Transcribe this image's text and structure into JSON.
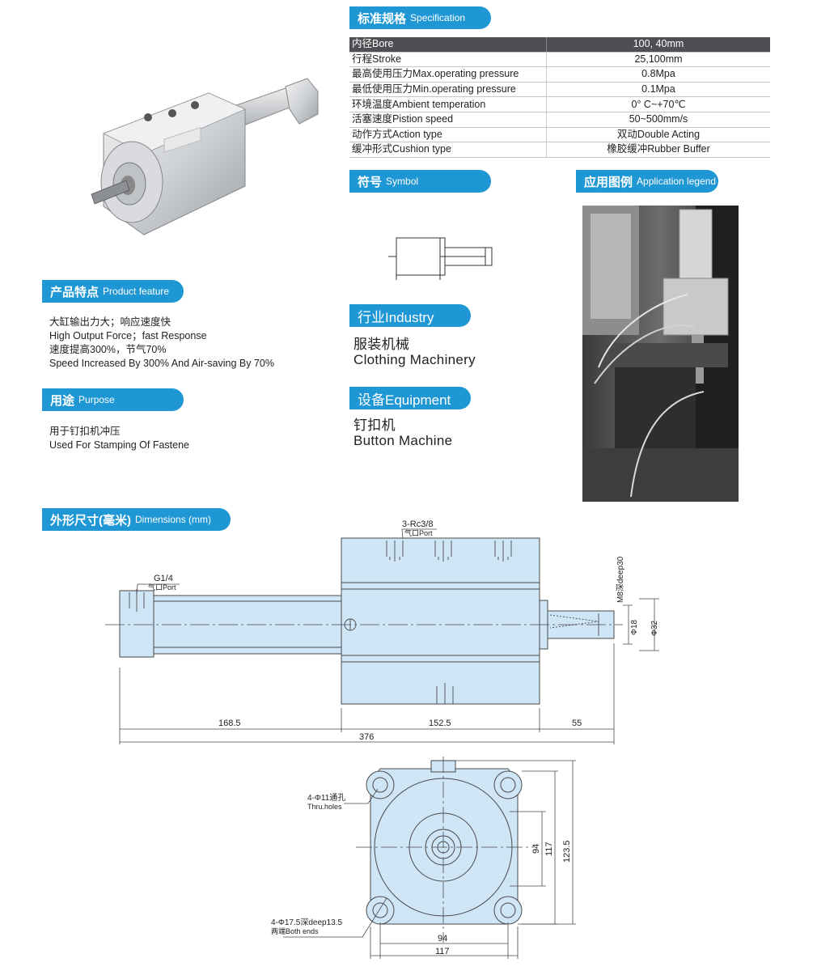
{
  "spec": {
    "title_cn": "标准规格",
    "title_en": "Specification",
    "rows": [
      {
        "label": "内径Bore",
        "value": "100, 40mm"
      },
      {
        "label": "行程Stroke",
        "value": "25,100mm"
      },
      {
        "label": "最高使用压力Max.operating pressure",
        "value": "0.8Mpa"
      },
      {
        "label": "最低使用压力Min.operating pressure",
        "value": "0.1Mpa"
      },
      {
        "label": "环境温度Ambient temperation",
        "value": "0°  C~+70℃"
      },
      {
        "label": "活塞速度Pistion speed",
        "value": "50~500mm/s"
      },
      {
        "label": "动作方式Action type",
        "value": "双动Double Acting"
      },
      {
        "label": "缓冲形式Cushion type",
        "value": "橡胶缓冲Rubber Buffer"
      }
    ]
  },
  "symbol": {
    "title_cn": "符号",
    "title_en": "Symbol"
  },
  "application": {
    "title_cn": "应用图例",
    "title_en": "Application legend"
  },
  "feature": {
    "title_cn": "产品特点",
    "title_en": "Product feature",
    "lines": [
      "大缸输出力大；响应速度快",
      "High Output Force；fast Response",
      "速度提高300%，节气70%",
      "Speed Increased By 300% And Air-saving By 70%"
    ]
  },
  "purpose": {
    "title_cn": "用途",
    "title_en": "Purpose",
    "lines": [
      "用于钉扣机冲压",
      "Used For Stamping Of Fastene"
    ]
  },
  "industry": {
    "title": "行业Industry",
    "line_cn": "服装机械",
    "line_en": "Clothing Machinery"
  },
  "equipment": {
    "title": "设备Equipment",
    "line_cn": "钉扣机",
    "line_en": "Button Machine"
  },
  "dimensions": {
    "title_cn": "外形尺寸(毫米)",
    "title_en": "Dimensions (mm)",
    "side": {
      "port_top": "3-Rc3/8",
      "port_top_sub": "气口Port",
      "port_left": "G1/4",
      "port_left_sub": "气口Port",
      "thread": "M8深deep30",
      "dia_rod": "Φ18",
      "dia_end": "Φ32",
      "len_a": "168.5",
      "len_b": "152.5",
      "len_c": "55",
      "len_total": "376"
    },
    "front": {
      "holes_label": "4-Φ11通孔",
      "holes_sub": "Thru.holes",
      "counter_label": "4-Φ17.5深deep13.5",
      "counter_sub": "两端Both ends",
      "dim_94v": "94",
      "dim_117v": "117",
      "dim_1235": "123.5",
      "dim_94h": "94",
      "dim_117h": "117"
    }
  },
  "colors": {
    "accent": "#1f97d5",
    "body": "#cfe6f7",
    "line": "#4a4a4a"
  }
}
